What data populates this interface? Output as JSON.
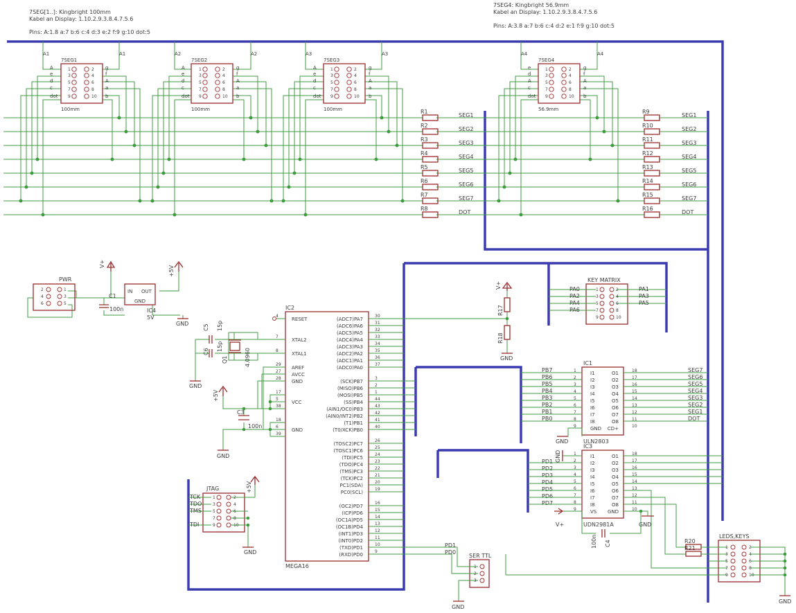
{
  "notes": {
    "seg_title": "7SEG[1..]: Kingbright 100mm",
    "seg_cable": "Kabel an Display: 1.10.2.9.3.8.4.7.5.6",
    "seg_pins": "Pins: A:1.8 a:7 b:6 c:4 d:3 e:2 f:9 g:10 dot:5",
    "seg4_title": "7SEG4: Kingbright 56.9mm",
    "seg4_cable": "Kabel an Display: 1.10.2.9.3.8.4.7.5.6",
    "seg4_pins": "Pins: A:3.8 a:7 b:6 c:4 d:2 e:1 f:9 g:10 dot:5"
  },
  "displays": [
    {
      "name": "7SEG1",
      "value": "100mm",
      "anode": "A1",
      "left": [
        "A",
        "e",
        "d",
        "c",
        "dot"
      ],
      "right": [
        "g",
        "f",
        "A",
        "a",
        "b"
      ]
    },
    {
      "name": "7SEG2",
      "value": "100mm",
      "anode": "A2",
      "left": [
        "A",
        "e",
        "d",
        "c",
        "dot"
      ],
      "right": [
        "g",
        "f",
        "A",
        "a",
        "b"
      ]
    },
    {
      "name": "7SEG3",
      "value": "100mm",
      "anode": "A3",
      "left": [
        "A",
        "e",
        "d",
        "c",
        "dot"
      ],
      "right": [
        "g",
        "f",
        "A",
        "a",
        "b"
      ]
    },
    {
      "name": "7SEG4",
      "value": "56.9mm",
      "anode": "A4",
      "left": [
        "e",
        "d",
        "A",
        "c",
        "dot"
      ],
      "right": [
        "g",
        "f",
        "A",
        "a",
        "b"
      ]
    }
  ],
  "header_pins": {
    "left": [
      "1",
      "3",
      "5",
      "7",
      "9"
    ],
    "right": [
      "2",
      "4",
      "6",
      "8",
      "10"
    ]
  },
  "resistors_a": [
    {
      "name": "R1",
      "net": "SEG1"
    },
    {
      "name": "R2",
      "net": "SEG2"
    },
    {
      "name": "R3",
      "net": "SEG3"
    },
    {
      "name": "R4",
      "net": "SEG4"
    },
    {
      "name": "R5",
      "net": "SEG5"
    },
    {
      "name": "R6",
      "net": "SEG6"
    },
    {
      "name": "R7",
      "net": "SEG7"
    },
    {
      "name": "R8",
      "net": "DOT"
    }
  ],
  "resistors_b": [
    {
      "name": "R9",
      "net": "SEG1"
    },
    {
      "name": "R10",
      "net": "SEG2"
    },
    {
      "name": "R11",
      "net": "SEG3"
    },
    {
      "name": "R12",
      "net": "SEG4"
    },
    {
      "name": "R13",
      "net": "SEG5"
    },
    {
      "name": "R14",
      "net": "SEG6"
    },
    {
      "name": "R15",
      "net": "SEG7"
    },
    {
      "name": "R16",
      "net": "DOT"
    }
  ],
  "power": {
    "pwr_name": "PWR",
    "pwr_pins": [
      "2",
      "4",
      "6",
      "1",
      "3",
      "5"
    ],
    "reg_name": "IC4",
    "reg_value": "5V",
    "reg_in": "IN",
    "reg_out": "OUT",
    "reg_gnd": "GND",
    "cap_name": "C1",
    "cap_value": "100n",
    "vplus": "V+",
    "plus5v": "+5V",
    "gnd": "GND"
  },
  "crystal": {
    "c5": "C5",
    "c5v": "15p",
    "c6": "C6",
    "c6v": "15p",
    "q": "Q1",
    "qv": "4.0960",
    "c3": "C3",
    "c3v": "100n"
  },
  "mcu": {
    "name": "IC2",
    "value": "MEGA16",
    "left_pins": [
      {
        "n": "4",
        "l": "RESET"
      },
      {
        "n": "7",
        "l": "XTAL2"
      },
      {
        "n": "8",
        "l": "XTAL1"
      },
      {
        "n": "29",
        "l": "AREF"
      },
      {
        "n": "27",
        "l": "AVCC"
      },
      {
        "n": "28",
        "l": "GND"
      },
      {
        "n": "17",
        "l": ""
      },
      {
        "n": "5",
        "l": "VCC"
      },
      {
        "n": "38",
        "l": ""
      },
      {
        "n": "18",
        "l": ""
      },
      {
        "n": "6",
        "l": "GND"
      },
      {
        "n": "39",
        "l": ""
      }
    ],
    "right_pins": [
      {
        "n": "30",
        "l": "(ADC7)PA7"
      },
      {
        "n": "31",
        "l": "(ADC6)PA6"
      },
      {
        "n": "32",
        "l": "(ADC5)PA5"
      },
      {
        "n": "33",
        "l": "(ADC4)PA4"
      },
      {
        "n": "34",
        "l": "(ADC3)PA3"
      },
      {
        "n": "35",
        "l": "(ADC2)PA2"
      },
      {
        "n": "36",
        "l": "(ADC1)PA1"
      },
      {
        "n": "37",
        "l": "(ADC0)PA0"
      },
      {
        "n": "3",
        "l": "(SCK)PB7"
      },
      {
        "n": "2",
        "l": "(MISO)PB6"
      },
      {
        "n": "1",
        "l": "(MOSI)PB5"
      },
      {
        "n": "44",
        "l": "(SS)PB4"
      },
      {
        "n": "43",
        "l": "(AIN1/OC0)PB3"
      },
      {
        "n": "42",
        "l": "(AIN0/INT2)PB2"
      },
      {
        "n": "41",
        "l": "(T1)PB1"
      },
      {
        "n": "40",
        "l": "(T0/XCK)PB0"
      },
      {
        "n": "26",
        "l": "(TOSC2)PC7"
      },
      {
        "n": "25",
        "l": "(TOSC1)PC6"
      },
      {
        "n": "24",
        "l": "(TDI)PC5"
      },
      {
        "n": "23",
        "l": "(TDO)PC4"
      },
      {
        "n": "22",
        "l": "(TMS)PC3"
      },
      {
        "n": "21",
        "l": "(TCK)PC2"
      },
      {
        "n": "20",
        "l": "PC1(SDA)"
      },
      {
        "n": "19",
        "l": "PC0(SCL)"
      },
      {
        "n": "16",
        "l": "(OC2)PD7"
      },
      {
        "n": "15",
        "l": "(ICP)PD6"
      },
      {
        "n": "14",
        "l": "(OC1A)PD5"
      },
      {
        "n": "13",
        "l": "(OC1B)PD4"
      },
      {
        "n": "12",
        "l": "(INT1)PD3"
      },
      {
        "n": "11",
        "l": "(INT0)PD2"
      },
      {
        "n": "10",
        "l": "(TXD)PD1"
      },
      {
        "n": "9",
        "l": "(RXD)PD0"
      }
    ]
  },
  "jtag": {
    "name": "JTAG",
    "nets": [
      "TCK",
      "TDO",
      "TMS",
      "",
      "TDI"
    ],
    "plus5v": "+5V",
    "gnd": "GND"
  },
  "keymatrix": {
    "name": "KEY MATRIX",
    "left": [
      "PA0",
      "PA2",
      "PA4",
      "PA6",
      ""
    ],
    "right": [
      "PA1",
      "PA3",
      "PA5",
      "",
      ""
    ]
  },
  "pullup": {
    "r17": "R17",
    "r18": "R18",
    "vplus": "V+",
    "gnd": "GND"
  },
  "uln": {
    "name": "IC1",
    "value": "ULN2803",
    "inputs": [
      {
        "net": "PB7",
        "n": "1",
        "l": "I1"
      },
      {
        "net": "PB6",
        "n": "2",
        "l": "I2"
      },
      {
        "net": "PB5",
        "n": "3",
        "l": "I3"
      },
      {
        "net": "PB4",
        "n": "4",
        "l": "I4"
      },
      {
        "net": "PB3",
        "n": "5",
        "l": "I5"
      },
      {
        "net": "PB2",
        "n": "6",
        "l": "I6"
      },
      {
        "net": "PB1",
        "n": "7",
        "l": "I7"
      },
      {
        "net": "PB0",
        "n": "8",
        "l": "I8"
      },
      {
        "net": "",
        "n": "9",
        "l": "GND"
      }
    ],
    "outputs": [
      {
        "net": "SEG7",
        "n": "18",
        "l": "O1"
      },
      {
        "net": "SEG6",
        "n": "17",
        "l": "O2"
      },
      {
        "net": "SEG5",
        "n": "16",
        "l": "O3"
      },
      {
        "net": "SEG4",
        "n": "15",
        "l": "O4"
      },
      {
        "net": "SEG3",
        "n": "14",
        "l": "O5"
      },
      {
        "net": "SEG2",
        "n": "13",
        "l": "O6"
      },
      {
        "net": "SEG1",
        "n": "12",
        "l": "O7"
      },
      {
        "net": "DOT",
        "n": "11",
        "l": "O8"
      },
      {
        "net": "",
        "n": "10",
        "l": "CD+"
      }
    ],
    "gnd": "GND"
  },
  "udn": {
    "name": "IC3",
    "value": "UDN2981A",
    "inputs": [
      {
        "net": "PD1",
        "n": "1",
        "l": "I1"
      },
      {
        "net": "PD2",
        "n": "2",
        "l": "I2"
      },
      {
        "net": "PD3",
        "n": "3",
        "l": "I3"
      },
      {
        "net": "PD4",
        "n": "4",
        "l": "I4"
      },
      {
        "net": "PD5",
        "n": "5",
        "l": "I5"
      },
      {
        "net": "PD6",
        "n": "6",
        "l": "I6"
      },
      {
        "net": "PD7",
        "n": "7",
        "l": "I7"
      },
      {
        "net": "",
        "n": "8",
        "l": "I8"
      },
      {
        "net": "",
        "n": "9",
        "l": "VS"
      }
    ],
    "outputs": [
      {
        "n": "18",
        "l": "O1"
      },
      {
        "n": "17",
        "l": "O2"
      },
      {
        "n": "16",
        "l": "O3"
      },
      {
        "n": "15",
        "l": "O4"
      },
      {
        "n": "14",
        "l": "O5"
      },
      {
        "n": "13",
        "l": "O6"
      },
      {
        "n": "12",
        "l": "O7"
      },
      {
        "n": "11",
        "l": "O8"
      },
      {
        "n": "10",
        "l": "GND"
      }
    ],
    "gnd": "GND",
    "vplus": "V+",
    "cap": "C4",
    "capv": "100n"
  },
  "leds": {
    "name": "LEDS,KEYS",
    "r20": "R20",
    "r21": "R21",
    "gnd": "GND",
    "left": [
      "1",
      "3",
      "5",
      "7",
      "9"
    ],
    "right": [
      "2",
      "4",
      "6",
      "8",
      "10"
    ]
  },
  "ser": {
    "name": "SER TTL",
    "pd1": "PD1",
    "pd0": "PD0",
    "gnd": "GND",
    "pins": [
      "1",
      "2",
      "3"
    ]
  }
}
